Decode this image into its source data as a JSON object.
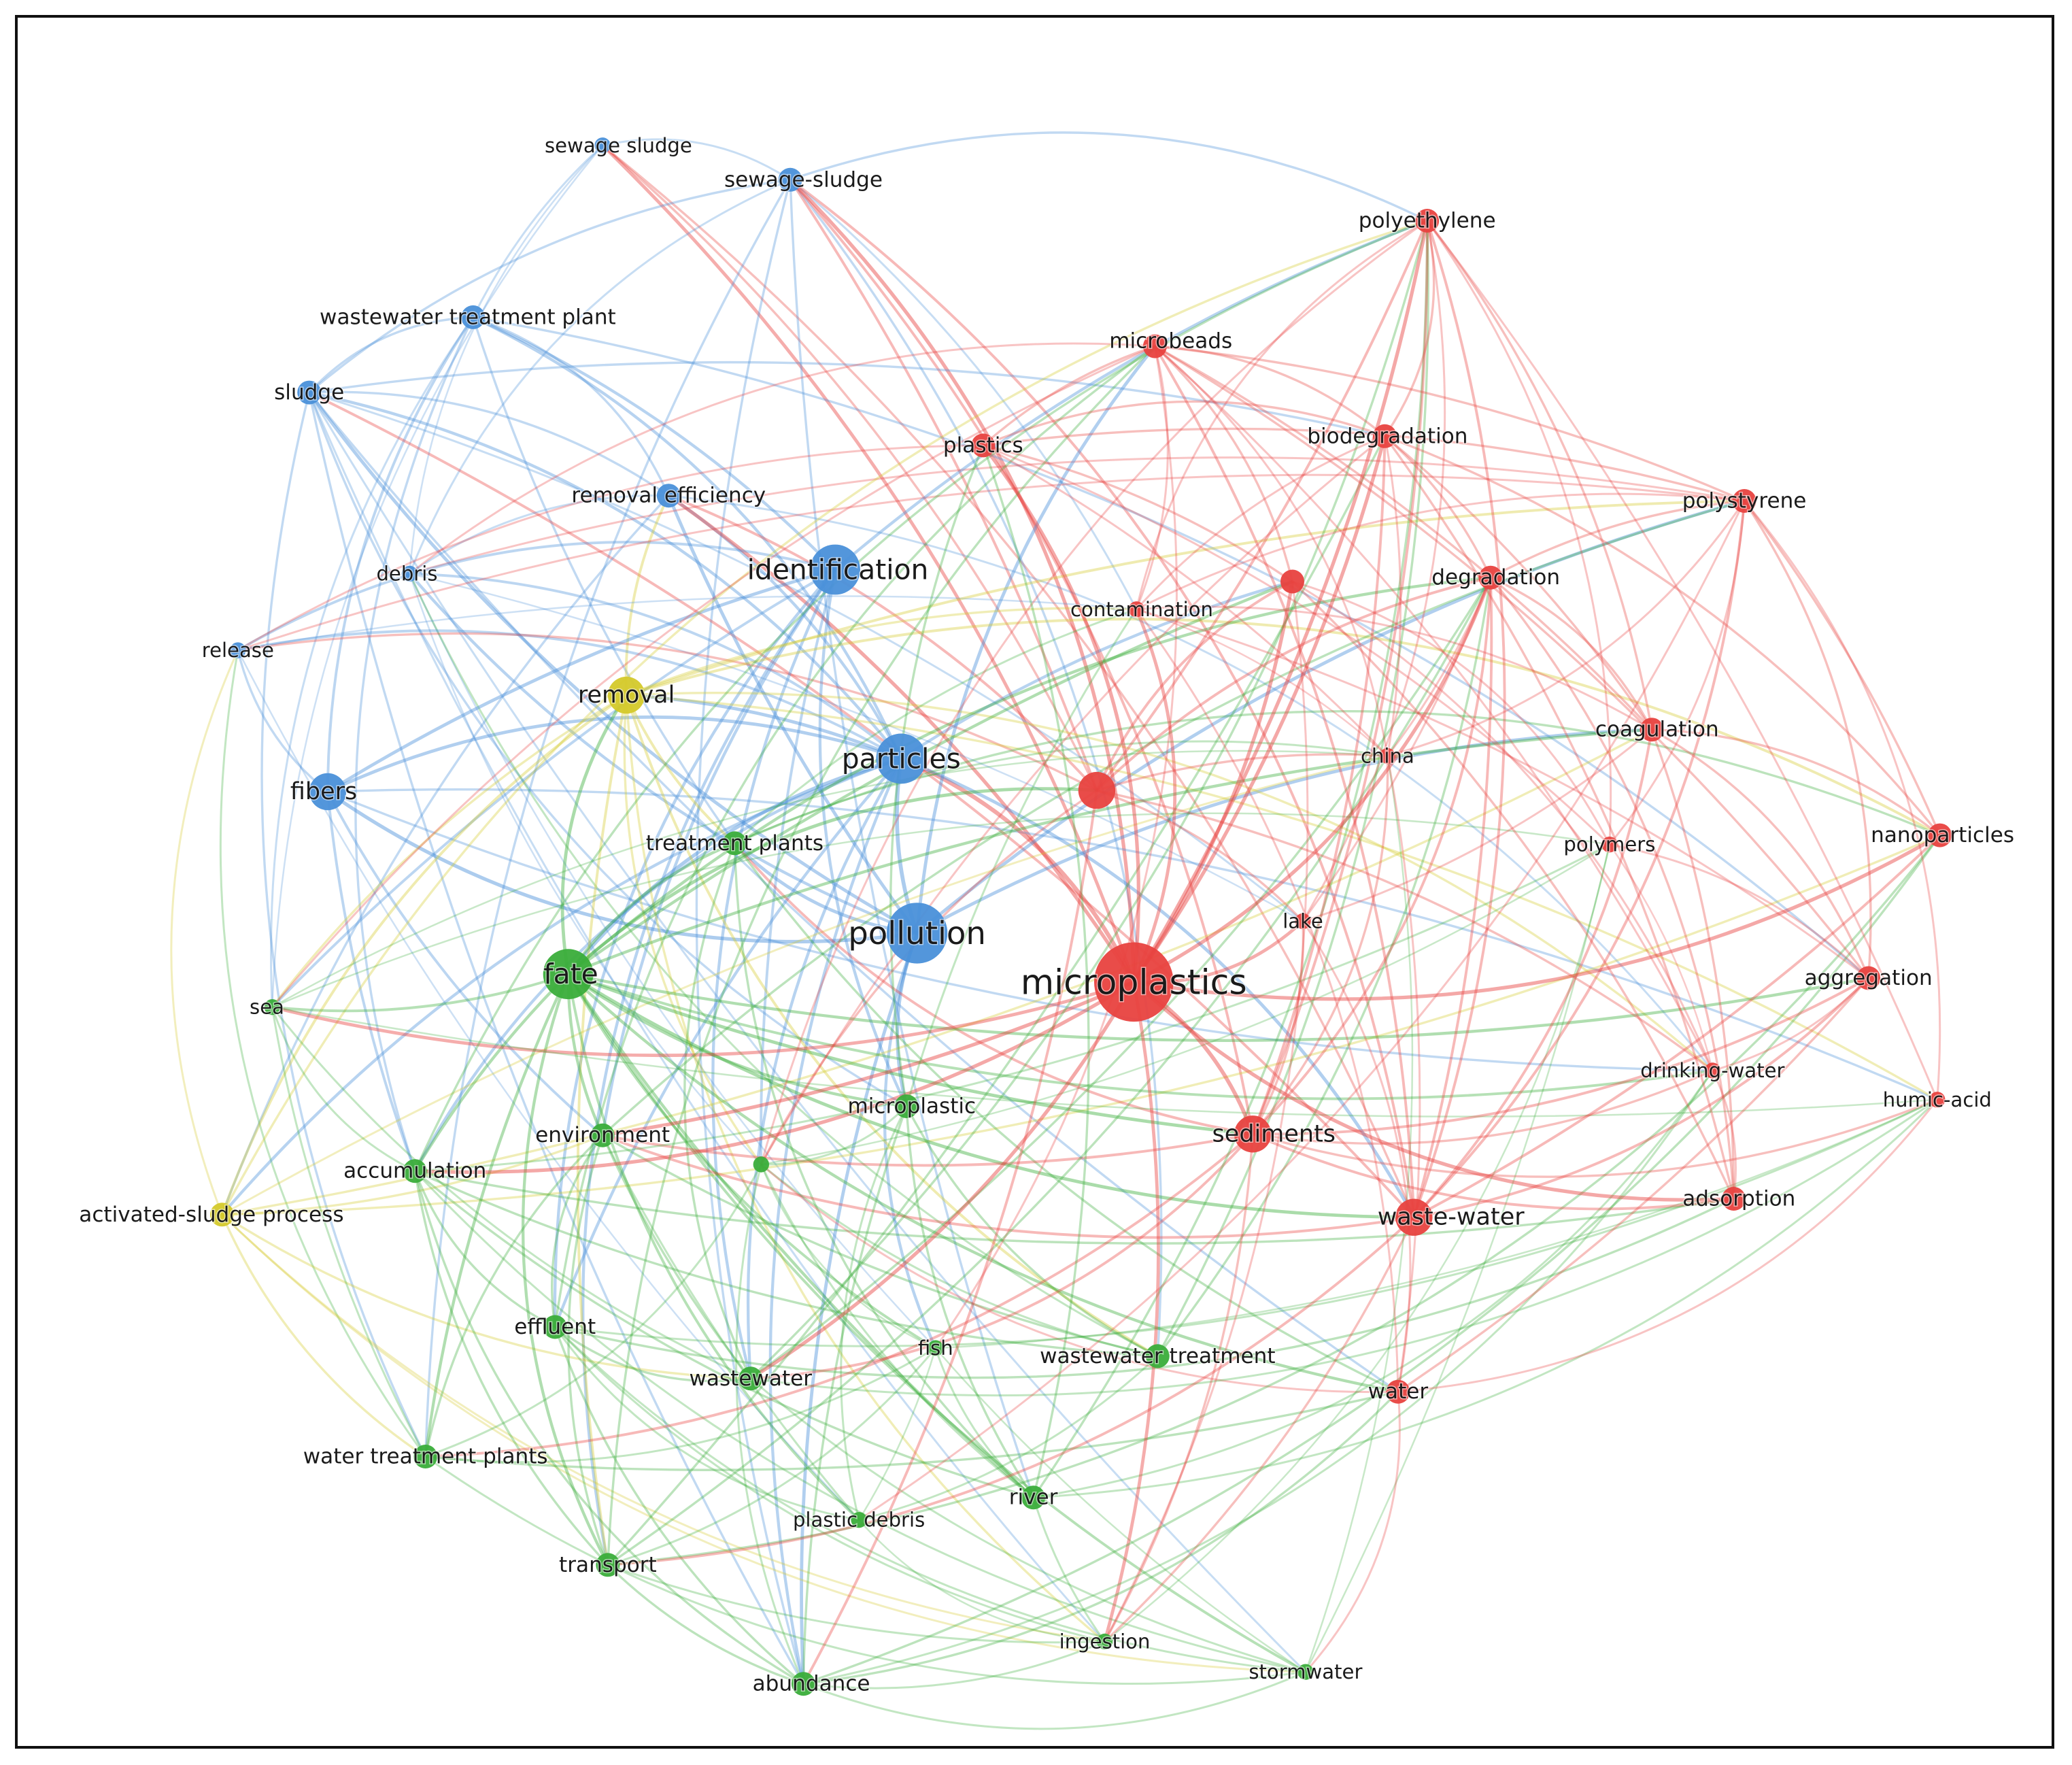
{
  "clusters": {
    "red": "#e8423f",
    "blue": "#4a90d9",
    "green": "#3aad3a",
    "yellow": "#d4c92a"
  },
  "nodes": [
    {
      "id": "sewage_sludge",
      "label": "sewage sludge",
      "cluster": "blue",
      "weight": 1
    },
    {
      "id": "sewage_sludge2",
      "label": "sewage-sludge",
      "cluster": "blue",
      "weight": 2
    },
    {
      "id": "wwtp",
      "label": "wastewater treatment plant",
      "cluster": "blue",
      "weight": 2
    },
    {
      "id": "sludge",
      "label": "sludge",
      "cluster": "blue",
      "weight": 2
    },
    {
      "id": "removal_eff",
      "label": "removal efficiency",
      "cluster": "blue",
      "weight": 2
    },
    {
      "id": "debris",
      "label": "debris",
      "cluster": "blue",
      "weight": 1
    },
    {
      "id": "release",
      "label": "release",
      "cluster": "blue",
      "weight": 1
    },
    {
      "id": "identification",
      "label": "identification",
      "cluster": "blue",
      "weight": 4
    },
    {
      "id": "fibers",
      "label": "fibers",
      "cluster": "blue",
      "weight": 3
    },
    {
      "id": "particles",
      "label": "particles",
      "cluster": "blue",
      "weight": 4
    },
    {
      "id": "pollution",
      "label": "pollution",
      "cluster": "blue",
      "weight": 5
    },
    {
      "id": "removal",
      "label": "removal",
      "cluster": "yellow",
      "weight": 3
    },
    {
      "id": "activated",
      "label": "activated-sludge process",
      "cluster": "yellow",
      "weight": 2
    },
    {
      "id": "treatment_plants",
      "label": "treatment plants",
      "cluster": "green",
      "weight": 2
    },
    {
      "id": "fate",
      "label": "fate",
      "cluster": "green",
      "weight": 4
    },
    {
      "id": "sea",
      "label": "sea",
      "cluster": "green",
      "weight": 1
    },
    {
      "id": "environment",
      "label": "environment",
      "cluster": "green",
      "weight": 2
    },
    {
      "id": "accumulation",
      "label": "accumulation",
      "cluster": "green",
      "weight": 2
    },
    {
      "id": "microplastic",
      "label": "microplastic",
      "cluster": "green",
      "weight": 2
    },
    {
      "id": "unlabeled_green",
      "label": "",
      "cluster": "green",
      "weight": 1
    },
    {
      "id": "effluent",
      "label": "effluent",
      "cluster": "green",
      "weight": 2
    },
    {
      "id": "fish",
      "label": "fish",
      "cluster": "green",
      "weight": 1
    },
    {
      "id": "wastewater",
      "label": "wastewater",
      "cluster": "green",
      "weight": 2
    },
    {
      "id": "ww_treatment",
      "label": "wastewater treatment",
      "cluster": "green",
      "weight": 2
    },
    {
      "id": "water_tp",
      "label": "water treatment plants",
      "cluster": "green",
      "weight": 2
    },
    {
      "id": "river",
      "label": "river",
      "cluster": "green",
      "weight": 2
    },
    {
      "id": "plastic_debris",
      "label": "plastic debris",
      "cluster": "green",
      "weight": 1
    },
    {
      "id": "transport",
      "label": "transport",
      "cluster": "green",
      "weight": 2
    },
    {
      "id": "ingestion",
      "label": "ingestion",
      "cluster": "green",
      "weight": 1
    },
    {
      "id": "abundance",
      "label": "abundance",
      "cluster": "green",
      "weight": 2
    },
    {
      "id": "stormwater",
      "label": "stormwater",
      "cluster": "green",
      "weight": 1
    },
    {
      "id": "polyethylene",
      "label": "polyethylene",
      "cluster": "red",
      "weight": 2
    },
    {
      "id": "microbeads",
      "label": "microbeads",
      "cluster": "red",
      "weight": 2
    },
    {
      "id": "plastics",
      "label": "plastics",
      "cluster": "red",
      "weight": 2
    },
    {
      "id": "biodegradation",
      "label": "biodegradation",
      "cluster": "red",
      "weight": 2
    },
    {
      "id": "polystyrene",
      "label": "polystyrene",
      "cluster": "red",
      "weight": 2
    },
    {
      "id": "unlabeled_red",
      "label": "",
      "cluster": "red",
      "weight": 2
    },
    {
      "id": "degradation",
      "label": "degradation",
      "cluster": "red",
      "weight": 2
    },
    {
      "id": "contamination",
      "label": "contamination",
      "cluster": "red",
      "weight": 1
    },
    {
      "id": "unlabeled_red_big",
      "label": "",
      "cluster": "red",
      "weight": 3
    },
    {
      "id": "coagulation",
      "label": "coagulation",
      "cluster": "red",
      "weight": 2
    },
    {
      "id": "china",
      "label": "china",
      "cluster": "red",
      "weight": 1
    },
    {
      "id": "polymers",
      "label": "polymers",
      "cluster": "red",
      "weight": 1
    },
    {
      "id": "nanoparticles",
      "label": "nanoparticles",
      "cluster": "red",
      "weight": 2
    },
    {
      "id": "lake",
      "label": "lake",
      "cluster": "red",
      "weight": 1
    },
    {
      "id": "microplastics",
      "label": "microplastics",
      "cluster": "red",
      "weight": 6
    },
    {
      "id": "aggregation",
      "label": "aggregation",
      "cluster": "red",
      "weight": 2
    },
    {
      "id": "drinking_water",
      "label": "drinking-water",
      "cluster": "red",
      "weight": 1
    },
    {
      "id": "humic_acid",
      "label": "humic-acid",
      "cluster": "red",
      "weight": 1
    },
    {
      "id": "sediments",
      "label": "sediments",
      "cluster": "red",
      "weight": 3
    },
    {
      "id": "waste_water",
      "label": "waste-water",
      "cluster": "red",
      "weight": 3
    },
    {
      "id": "adsorption",
      "label": "adsorption",
      "cluster": "red",
      "weight": 2
    },
    {
      "id": "water",
      "label": "water",
      "cluster": "red",
      "weight": 2
    }
  ]
}
